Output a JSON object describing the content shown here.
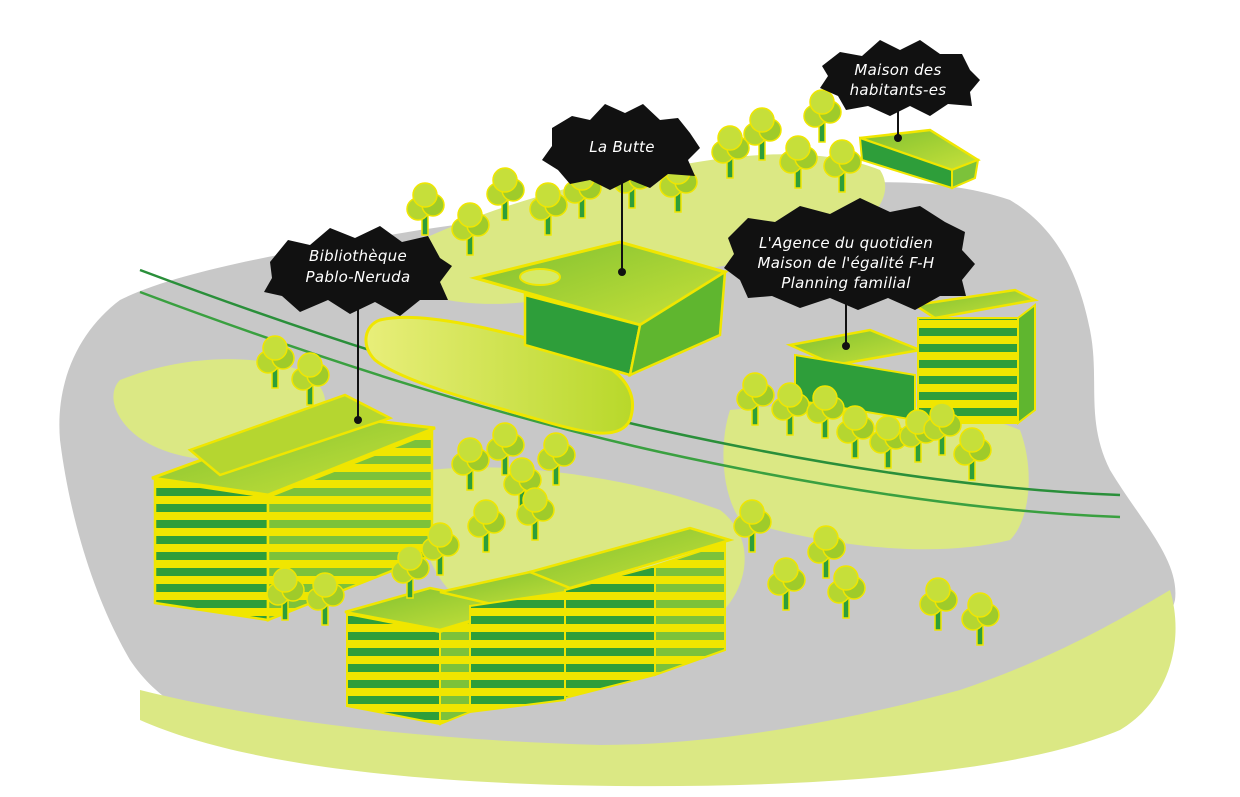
{
  "colors": {
    "background": "#ffffff",
    "ground": "#c8c8c8",
    "park": "#dbe884",
    "building_light": "#b5d630",
    "building_dark": "#2e9e3a",
    "outline": "#f0e600",
    "bubble": "#111111",
    "tram_line": "#2a8f3a"
  },
  "labels": {
    "bibliotheque": {
      "line1": "Bibliothèque",
      "line2": "Pablo-Neruda"
    },
    "la_butte": {
      "line1": "La Butte"
    },
    "maison_habitants": {
      "line1": "Maison des",
      "line2": "habitants-es"
    },
    "agence": {
      "line1": "L'Agence du quotidien",
      "line2": "Maison de l'égalité F-H",
      "line3": "Planning familial"
    }
  }
}
